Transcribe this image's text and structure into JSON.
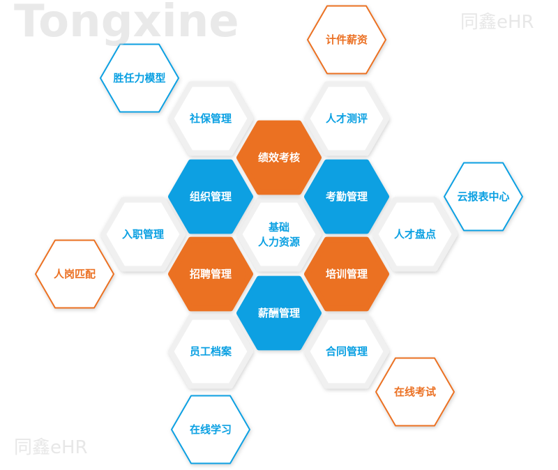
{
  "colors": {
    "blue": "#0aa0e2",
    "orange": "#eb7124",
    "white": "#ffffff",
    "shadow": "#e2e2e2"
  },
  "watermark": {
    "brand": "Tongxine",
    "sub": "同鑫eHR"
  },
  "center": {
    "line1": "基础",
    "line2": "人力资源"
  },
  "nodes": [
    {
      "label": "胜任力模型",
      "style": "outline-blue"
    },
    {
      "label": "计件薪资",
      "style": "outline-orange"
    },
    {
      "label": "社保管理",
      "style": "white"
    },
    {
      "label": "人才测评",
      "style": "white"
    },
    {
      "label": "绩效考核",
      "style": "filled-orange"
    },
    {
      "label": "组织管理",
      "style": "filled-blue"
    },
    {
      "label": "考勤管理",
      "style": "filled-blue"
    },
    {
      "label": "云报表中心",
      "style": "outline-blue"
    },
    {
      "label": "入职管理",
      "style": "white"
    },
    {
      "label": "人才盘点",
      "style": "white"
    },
    {
      "label": "人岗匹配",
      "style": "outline-orange"
    },
    {
      "label": "招聘管理",
      "style": "filled-orange"
    },
    {
      "label": "培训管理",
      "style": "filled-orange"
    },
    {
      "label": "薪酬管理",
      "style": "filled-blue"
    },
    {
      "label": "员工档案",
      "style": "white"
    },
    {
      "label": "合同管理",
      "style": "white"
    },
    {
      "label": "在线考试",
      "style": "outline-orange"
    },
    {
      "label": "在线学习",
      "style": "outline-blue"
    }
  ]
}
